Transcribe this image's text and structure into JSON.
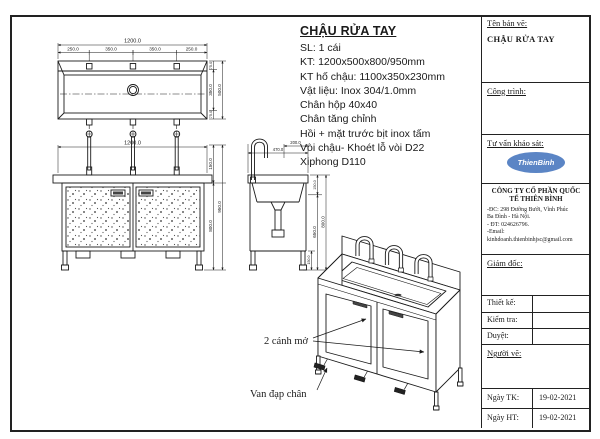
{
  "colors": {
    "line": "#1a1a1a",
    "logo_blue": "#5b85c5",
    "paper": "#ffffff"
  },
  "spec_block": {
    "title": "CHẬU RỬA TAY",
    "lines": [
      "SL: 1 cái",
      "KT: 1200x500x800/950mm",
      "KT hố chậu: 1100x350x230mm",
      "Vật liệu: Inox 304/1.0mm",
      "Chân hộp 40x40",
      "Chân tăng chỉnh",
      "Hồi + mặt trước bịt inox tấm",
      "Vòi chậu- Khoét lỗ vòi D22",
      "Xiphong D110"
    ]
  },
  "title_block": {
    "name_label": "Tên bản vẽ:",
    "name_value": "CHẬU RỬA TAY",
    "project_label": "Công trình:",
    "survey_label": "Tư vấn khảo sát:",
    "logo_text": "ThienBinh",
    "company_name": "CÔNG TY CỔ PHẦN QUỐC TẾ THIÊN BÌNH",
    "company_lines": [
      "-ĐC: 298 Đường Bưởi, Vĩnh Phúc",
      "Ba Đình - Hà Nội.",
      "- ĐT: 024626796.",
      "-Email:",
      "kinhdoanh.thienbinhjsc@gmail.com"
    ],
    "director_label": "Giám đốc:",
    "design_label": "Thiết kế:",
    "check_label": "Kiểm tra:",
    "approve_label": "Duyệt:",
    "drawer_label": "Người vẽ:",
    "date_design_label": "Ngày TK:",
    "date_design_value": "19-02-2021",
    "date_finish_label": "Ngày HT:",
    "date_finish_value": "19-02-2021"
  },
  "dims": {
    "top": {
      "total": "1200.0",
      "seg1": "250.0",
      "seg2": "350.0",
      "seg3": "350.0",
      "seg4": "250.0",
      "inner_depth": "350.0",
      "total_depth": "500.0",
      "margin_a": "75.0",
      "margin_b": "75.0"
    },
    "front": {
      "total": "1200.0",
      "upper": "150.0",
      "cabinet": "800.0",
      "total_h": "950.0"
    },
    "side": {
      "top_a": "200.0",
      "top_b": "470.0",
      "upper": "150.0",
      "lower": "650.0",
      "total_h": "800.0",
      "leg": "150.0"
    }
  },
  "annotations": {
    "doors": "2 cánh mở",
    "pedal": "Van đạp chân"
  }
}
